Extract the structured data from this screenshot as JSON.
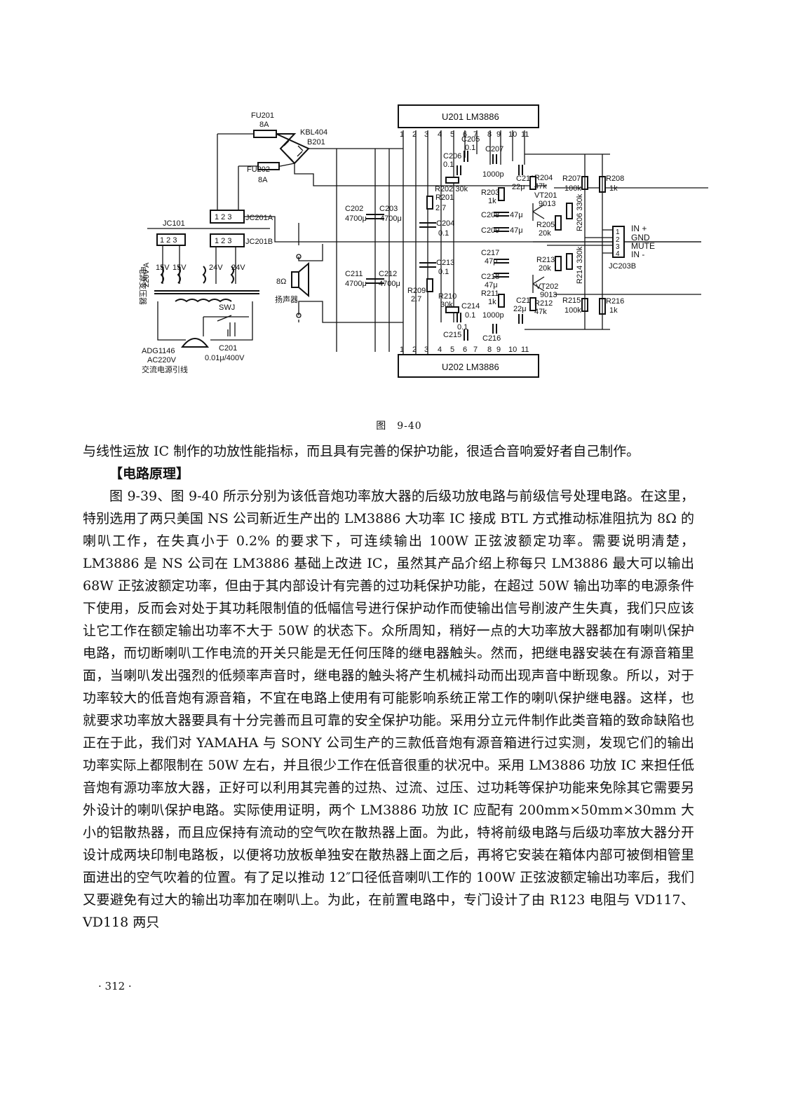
{
  "figure": {
    "caption": "图　9-40",
    "labels": {
      "u201": "U201 LM3886",
      "u202": "U202 LM3886",
      "fu201": "FU201",
      "fu201_val": "8A",
      "fu202": "FU202",
      "fu202_val": "8A",
      "kbl404": "KBL404",
      "b201": "B201",
      "jc101": "JC101",
      "jc201a": "JC201A",
      "jc201b": "JC201B",
      "jc203b": "JC203B",
      "pins_123": "1 2 3",
      "v15a": "15V",
      "v15b": "15V",
      "v24a": "24V",
      "v24b": "24V",
      "transformer": "电源变压器",
      "transformer_rating": "220V A",
      "swj": "SWJ",
      "c201": "C201",
      "c201_val": "0.01μ/400V",
      "plug_model": "ADG1146",
      "plug_rating": "AC220V",
      "plug_desc": "交流电源引线",
      "spk_ohm": "8Ω",
      "spk_label": "扬声器",
      "in_plus": "IN +",
      "gnd": "GND",
      "mute": "MUTE",
      "in_minus": "IN -",
      "c202": "C202",
      "c202_val": "4700μ",
      "c203": "C203",
      "c203_val": "4700μ",
      "c211": "C211",
      "c211_val": "4700μ",
      "c212": "C212",
      "c212_val": "4700μ",
      "c205": "C205",
      "c205_val": "0.1",
      "c206": "C206",
      "c206_val": "0.1",
      "c207": "C207",
      "c207_val": "1000p",
      "r202": "R202 30k",
      "r201": "R201",
      "r201_val": "2.7",
      "c204": "C204",
      "c204_val": "0.1",
      "c213": "C213",
      "c213_val": "0.1",
      "r209": "R209",
      "r209_val": "2.7",
      "r210": "R210",
      "r210_val": "30k",
      "c214": "C214",
      "c214_val": "0.1",
      "c215": "C215",
      "c215_val": "0.1",
      "c216": "C216",
      "c216_val": "1000p",
      "r203": "R203",
      "r203_val": "1k",
      "c208": "C208",
      "c208_val": "47μ",
      "c209": "C209",
      "c209_val": "47μ",
      "c210": "C210",
      "c210_val": "22μ",
      "r204": "R204",
      "r204_val": "47k",
      "vt201": "VT201",
      "vt201_val": "9013",
      "r205": "R205",
      "r205_val": "20k",
      "r206": "R206 330k",
      "r207": "R207",
      "r207_val": "100k",
      "r208": "R208",
      "r208_val": "1k",
      "c217": "C217",
      "c217_val": "47μ",
      "c218": "C218",
      "c218_val": "47μ",
      "r211": "R211",
      "r211_val": "1k",
      "c219": "C219",
      "c219_val": "22μ",
      "r212": "R212",
      "r212_val": "47k",
      "r213": "R213",
      "r213_val": "20k",
      "r214": "R214 330k",
      "vt202": "VT202",
      "vt202_val": "9013",
      "r215": "R215",
      "r215_val": "100k",
      "r216": "R216",
      "r216_val": "1k",
      "pins_top": [
        "1",
        "2",
        "3",
        "4",
        "5",
        "6",
        "7",
        "8",
        "9",
        "10",
        "11"
      ],
      "pins_bottom": [
        "1",
        "2",
        "3",
        "4",
        "5",
        "6",
        "7",
        "8",
        "9",
        "10",
        "11"
      ]
    }
  },
  "body": {
    "paragraph_1": "与线性运放 IC 制作的功放性能指标，而且具有完善的保护功能，很适合音响爱好者自己制作。",
    "section_heading": "【电路原理】",
    "paragraph_2": "图 9-39、图 9-40 所示分别为该低音炮功率放大器的后级功放电路与前级信号处理电路。在这里，特别选用了两只美国 NS 公司新近生产出的 LM3886 大功率 IC 接成 BTL 方式推动标准阻抗为 8Ω 的喇叭工作，在失真小于 0.2% 的要求下，可连续输出 100W 正弦波额定功率。需要说明清楚，LM3886 是 NS 公司在 LM3886 基础上改进 IC，虽然其产品介绍上称每只 LM3886 最大可以输出 68W 正弦波额定功率，但由于其内部设计有完善的过功耗保护功能，在超过 50W 输出功率的电源条件下使用，反而会对处于其功耗限制值的低幅信号进行保护动作而使输出信号削波产生失真，我们只应该让它工作在额定输出功率不大于 50W 的状态下。众所周知，稍好一点的大功率放大器都加有喇叭保护电路，而切断喇叭工作电流的开关只能是无任何压降的继电器触头。然而，把继电器安装在有源音箱里面，当喇叭发出强烈的低频率声音时，继电器的触头将产生机械抖动而出现声音中断现象。所以，对于功率较大的低音炮有源音箱，不宜在电路上使用有可能影响系统正常工作的喇叭保护继电器。这样，也就要求功率放大器要具有十分完善而且可靠的安全保护功能。采用分立元件制作此类音箱的致命缺陷也正在于此，我们对 YAMAHA 与 SONY 公司生产的三款低音炮有源音箱进行过实测，发现它们的输出功率实际上都限制在 50W 左右，并且很少工作在低音很重的状况中。采用 LM3886 功放 IC 来担任低音炮有源功率放大器，正好可以利用其完善的过热、过流、过压、过功耗等保护功能来免除其它需要另外设计的喇叭保护电路。实际使用证明，两个 LM3886 功放 IC 应配有 200mm×50mm×30mm 大小的铝散热器，而且应保持有流动的空气吹在散热器上面。为此，特将前级电路与后级功率放大器分开设计成两块印制电路板，以便将功放板单独安在散热器上面之后，再将它安装在箱体内部可被倒相管里面进出的空气吹着的位置。有了足以推动 12″口径低音喇叭工作的 100W 正弦波额定输出功率后，我们又要避免有过大的输出功率加在喇叭上。为此，在前置电路中，专门设计了由 R123 电阻与 VD117、VD118 两只"
  },
  "page_number": "· 312 ·"
}
